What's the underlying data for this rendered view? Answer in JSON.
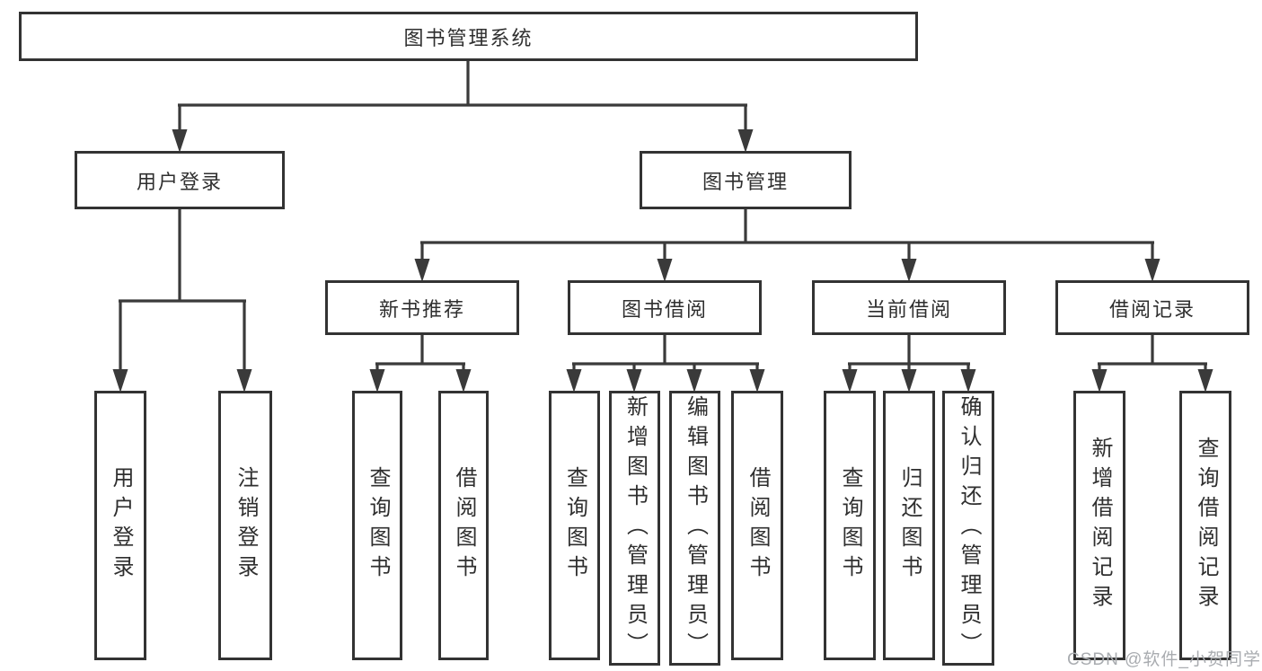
{
  "diagram": {
    "type": "hierarchy",
    "background_color": "#ffffff",
    "line_color": "#3a3a3a",
    "box_border_color": "#333333",
    "text_color": "#2f2f2f",
    "watermark": {
      "text": "CSDN @软件_小贺同学",
      "color": "#a9acb0"
    },
    "tree": {
      "label": "图书管理系统",
      "children": [
        {
          "label": "用户登录",
          "children": [
            {
              "label": "用户登录"
            },
            {
              "label": "注销登录"
            }
          ]
        },
        {
          "label": "图书管理",
          "children": [
            {
              "label": "新书推荐",
              "children": [
                {
                  "label": "查询图书"
                },
                {
                  "label": "借阅图书"
                }
              ]
            },
            {
              "label": "图书借阅",
              "children": [
                {
                  "label": "查询图书"
                },
                {
                  "label": "新增图书（管理员）"
                },
                {
                  "label": "编辑图书（管理员）"
                },
                {
                  "label": "借阅图书"
                }
              ]
            },
            {
              "label": "当前借阅",
              "children": [
                {
                  "label": "查询图书"
                },
                {
                  "label": "归还图书"
                },
                {
                  "label": "确认归还（管理员）"
                }
              ]
            },
            {
              "label": "借阅记录",
              "children": [
                {
                  "label": "新增借阅记录"
                },
                {
                  "label": "查询借阅记录"
                }
              ]
            }
          ]
        }
      ]
    }
  }
}
